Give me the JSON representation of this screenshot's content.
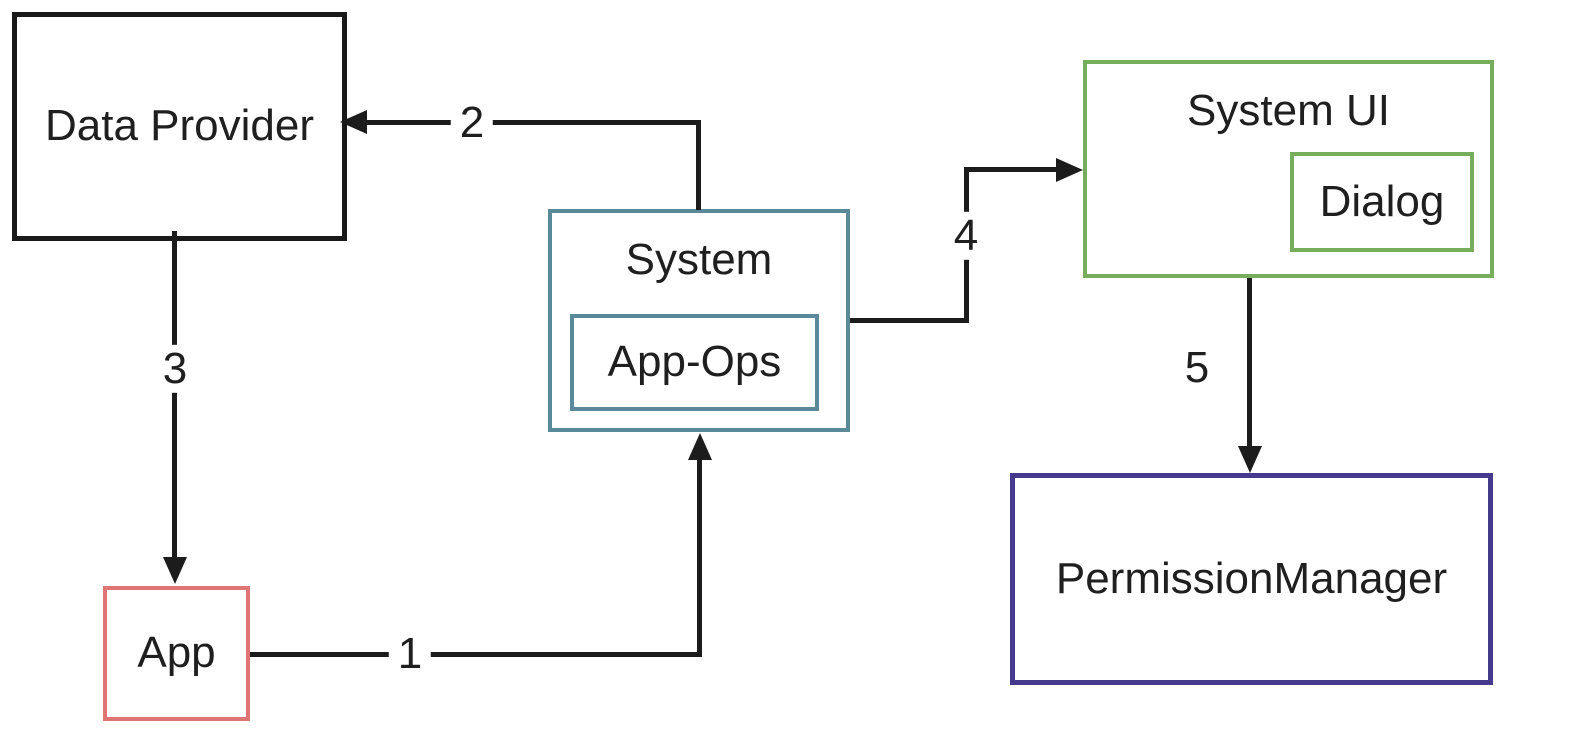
{
  "diagram": {
    "type": "flow-diagram",
    "background": "#ffffff",
    "line_color": "#1c1c1c",
    "nodes": {
      "data_provider": {
        "label": "Data Provider",
        "border_color": "#1a1a1a"
      },
      "system": {
        "label": "System",
        "border_color": "#5a8a99"
      },
      "app_ops": {
        "label": "App-Ops",
        "border_color": "#5a8a99",
        "parent": "System"
      },
      "system_ui": {
        "label": "System UI",
        "border_color": "#77ae5e"
      },
      "dialog": {
        "label": "Dialog",
        "border_color": "#77ae5e",
        "parent": "System UI"
      },
      "permission_manager": {
        "label": "PermissionManager",
        "border_color": "#453a8e"
      },
      "app": {
        "label": "App",
        "border_color": "#df7474"
      }
    },
    "edges": {
      "e1": {
        "label": "1",
        "from": "App",
        "to": "System"
      },
      "e2": {
        "label": "2",
        "from": "System",
        "to": "Data Provider"
      },
      "e3": {
        "label": "3",
        "from": "Data Provider",
        "to": "App"
      },
      "e4": {
        "label": "4",
        "from": "System",
        "to": "System UI"
      },
      "e5": {
        "label": "5",
        "from": "System UI",
        "to": "PermissionManager"
      }
    }
  }
}
